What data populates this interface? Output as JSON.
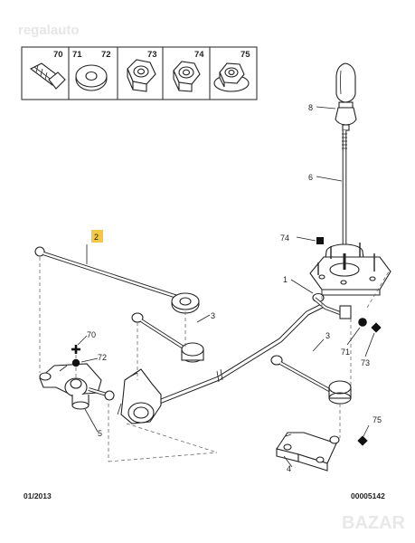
{
  "watermark": "regalauto",
  "watermark_bottom": "BAZAR",
  "footer": {
    "date": "01/2013",
    "code": "00005142"
  },
  "legend": [
    "70",
    "71",
    "72",
    "73",
    "74",
    "75"
  ],
  "callouts": {
    "c1": "1",
    "c2": "2",
    "c3a": "3",
    "c3b": "3",
    "c4": "4",
    "c5": "5",
    "c6": "6",
    "c8": "8",
    "c70": "70",
    "c71": "71",
    "c72": "72",
    "c73": "73",
    "c74": "74",
    "c75": "75"
  },
  "colors": {
    "highlight": "#f5c842",
    "ink": "#222222"
  },
  "icons": [
    "bolt-icon",
    "washer-icon",
    "nut-icon",
    "plus-marker-icon",
    "dot-marker-icon",
    "square-marker-icon"
  ]
}
